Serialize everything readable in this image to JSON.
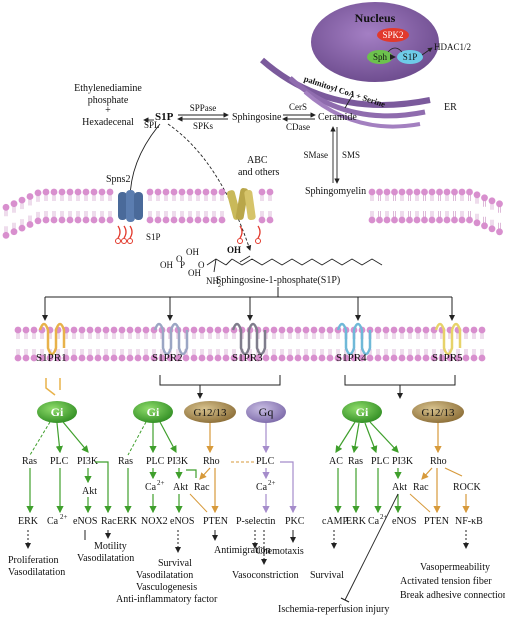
{
  "nucleus": {
    "title": "Nucleus",
    "spk2": "SPK2",
    "sph": "Sph",
    "s1p": "S1P",
    "hdac": "HDAC1/2",
    "er_band": "palmitoyl CoA + Serine",
    "er": "ER"
  },
  "top": {
    "ethylenediamine": "Ethylenediamine",
    "phosphate": "phosphate",
    "plus": "+",
    "hexadecenal": "Hexadecenal",
    "spl": "SPL",
    "s1p": "S1P",
    "sppase": "SPPase",
    "spks": "SPKs",
    "sphingosine": "Sphingosine",
    "cers": "CerS",
    "cdase": "CDase",
    "ceramide": "Ceramide",
    "smase": "SMase",
    "sms": "SMS",
    "sphingomyelin": "Sphingomyelin"
  },
  "membrane": {
    "spns2": "Spns2",
    "abc1": "ABC",
    "abc2": "and others",
    "s1p_out": "S1P"
  },
  "molecule": {
    "p": "P",
    "o_top": "O",
    "oh1": "OH",
    "oh2": "OH",
    "oh3": "OH",
    "o_link": "O",
    "nh2": "NH",
    "nh2sub": "2",
    "name": "Sphingosine-1-phosphate(S1P)"
  },
  "receptors": {
    "r1": "S1PR1",
    "r2": "S1PR2",
    "r3": "S1PR3",
    "r4": "S1PR4",
    "r5": "S1PR5"
  },
  "proteins": {
    "gi1": "Gi",
    "gi2": "Gi",
    "g1213a": "G12/13",
    "gq": "Gq",
    "gi3": "Gi",
    "g1213b": "G12/13"
  },
  "c1": {
    "ras": "Ras",
    "plc": "PLC",
    "pi3k": "PI3K",
    "akt": "Akt",
    "erk": "ERK",
    "ca": "Ca",
    "ca_sup": "2+",
    "enos": "eNOS",
    "rac": "Rac",
    "motility": "Motility",
    "vaso": "Vasodilatation",
    "prolif": "Proliferation",
    "vaso2": "Vasodilatation"
  },
  "c2": {
    "ras": "Ras",
    "plc": "PLC",
    "pi3k": "PI3K",
    "ca": "Ca",
    "ca_sup": "2+",
    "akt": "Akt",
    "rac": "Rac",
    "rho": "Rho",
    "erk": "ERK",
    "nox2": "NOX2",
    "enos": "eNOS",
    "pten": "PTEN",
    "antimig": "Antimigration",
    "survival": "Survival",
    "vasodil": "Vasodilatation",
    "vasculo": "Vasculogenesis",
    "antiinf": "Anti-inflammatory factor"
  },
  "c3": {
    "plc": "PLC",
    "ca": "Ca",
    "ca_sup": "2+",
    "pselectin": "P-selectin",
    "pkc": "PKC",
    "chemo": "Chemotaxis",
    "vasocon": "Vasoconstriction"
  },
  "c4": {
    "ac": "AC",
    "ras": "Ras",
    "plc": "PLC",
    "pi3k": "PI3K",
    "rho": "Rho",
    "akt": "Akt",
    "rac": "Rac",
    "rock": "ROCK",
    "camp": "cAMP",
    "erk": "ERK",
    "ca": "Ca",
    "ca_sup": "2+",
    "enos": "eNOS",
    "pten": "PTEN",
    "nfkb": "NF-κB",
    "survival": "Survival",
    "ischemia": "Ischemia-reperfusion injury",
    "vasoperm": "Vasopermeability",
    "tension": "Activated tension fiber",
    "adhesive": "Break adhesive connections"
  },
  "colors": {
    "gi": "#3f9f2c",
    "g1213": "#9a7c45",
    "gq": "#8a79b4",
    "r1": "#e8b24a",
    "r2": "#9ba6c4",
    "r3": "#7f7d8c",
    "r4": "#6fb9d8",
    "r5": "#e7d36a",
    "membrane": "#d88fce",
    "nucleus": "#7b5a9c"
  }
}
